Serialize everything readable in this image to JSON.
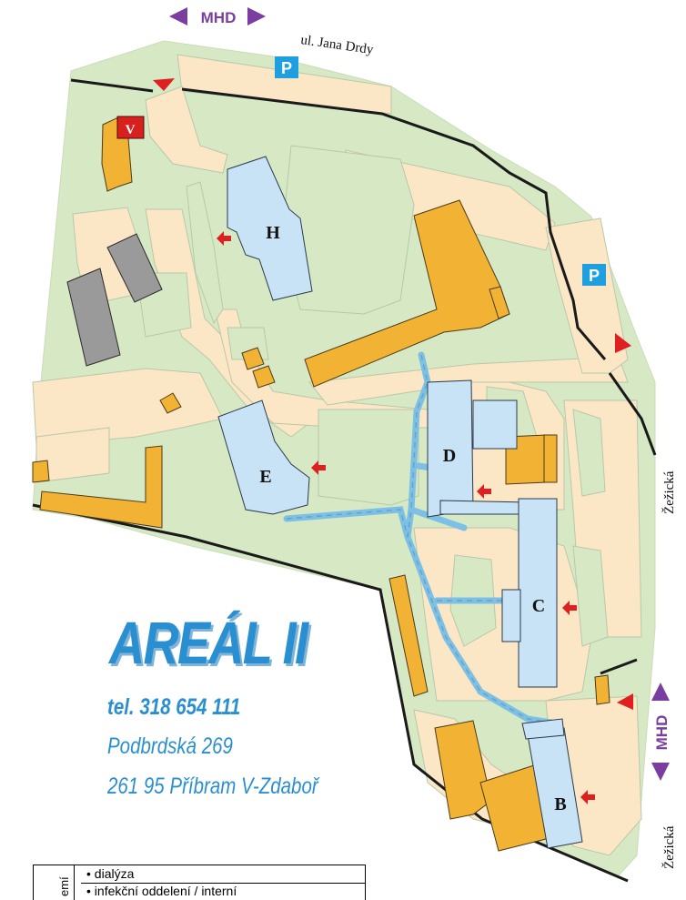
{
  "map": {
    "buildings": [
      {
        "id": "h",
        "label": "H"
      },
      {
        "id": "e",
        "label": "E"
      },
      {
        "id": "d",
        "label": "D"
      },
      {
        "id": "c",
        "label": "C"
      },
      {
        "id": "b",
        "label": "B"
      },
      {
        "id": "v",
        "label": "V"
      }
    ],
    "streets": {
      "north": "ul. Jana Drdy",
      "east_upper": "Žežická",
      "east_lower": "Žežická"
    },
    "transit": {
      "top_label": "MHD",
      "right_label": "MHD"
    },
    "parking": {
      "label": "P"
    }
  },
  "info": {
    "title": "AREÁL II",
    "phone": "tel. 318 654 111",
    "street": "Podbrdská 269",
    "city": "261 95  Příbram V-Zdaboř"
  },
  "legend": {
    "side_label": "emí",
    "rows": [
      "• dialýza",
      "• infekční oddelení / interní"
    ]
  },
  "colors": {
    "grass": "#d6e9c4",
    "road": "#fbe6c6",
    "hospital_building": "#c8e2f6",
    "service_building": "#f2b233",
    "garage": "#9a9a9a",
    "corridor": "#7cc0e6",
    "entrance_arrow": "#e02020",
    "parking": "#1ea0e0",
    "transit": "#7b3ea0",
    "title": "#2a8fd0"
  }
}
